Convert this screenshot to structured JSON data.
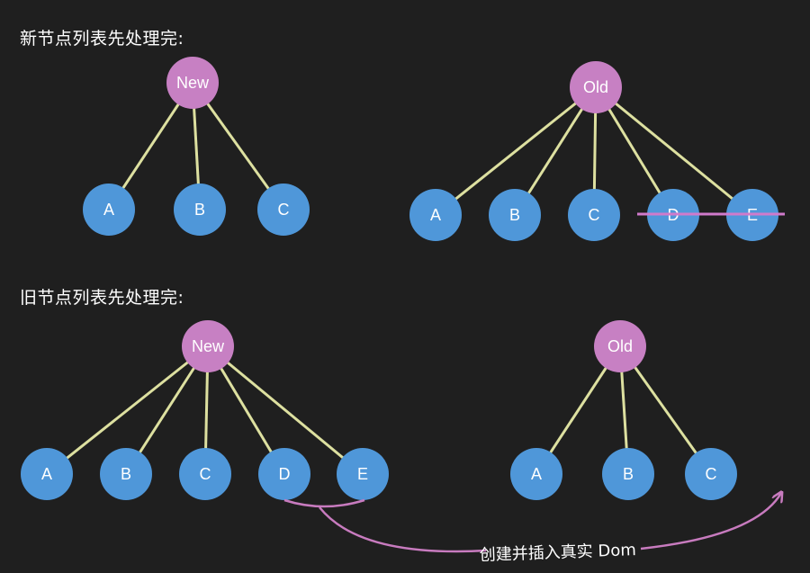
{
  "colors": {
    "background": "#1f1f1f",
    "child_node": "#4f97d9",
    "root_node": "#c780c3",
    "edge": "#dde0a0",
    "strike": "#d07acb",
    "arrow": "#c87bbf",
    "text": "#ffffff"
  },
  "sections": [
    {
      "title": "新节点列表先处理完:",
      "trees": [
        {
          "root": "New",
          "children": [
            "A",
            "B",
            "C"
          ]
        },
        {
          "root": "Old",
          "children": [
            "A",
            "B",
            "C",
            "D",
            "E"
          ],
          "struck": [
            "D",
            "E"
          ]
        }
      ]
    },
    {
      "title": "旧节点列表先处理完:",
      "trees": [
        {
          "root": "New",
          "children": [
            "A",
            "B",
            "C",
            "D",
            "E"
          ]
        },
        {
          "root": "Old",
          "children": [
            "A",
            "B",
            "C"
          ]
        }
      ]
    }
  ],
  "annotation": "创建并插入真实 Dom"
}
